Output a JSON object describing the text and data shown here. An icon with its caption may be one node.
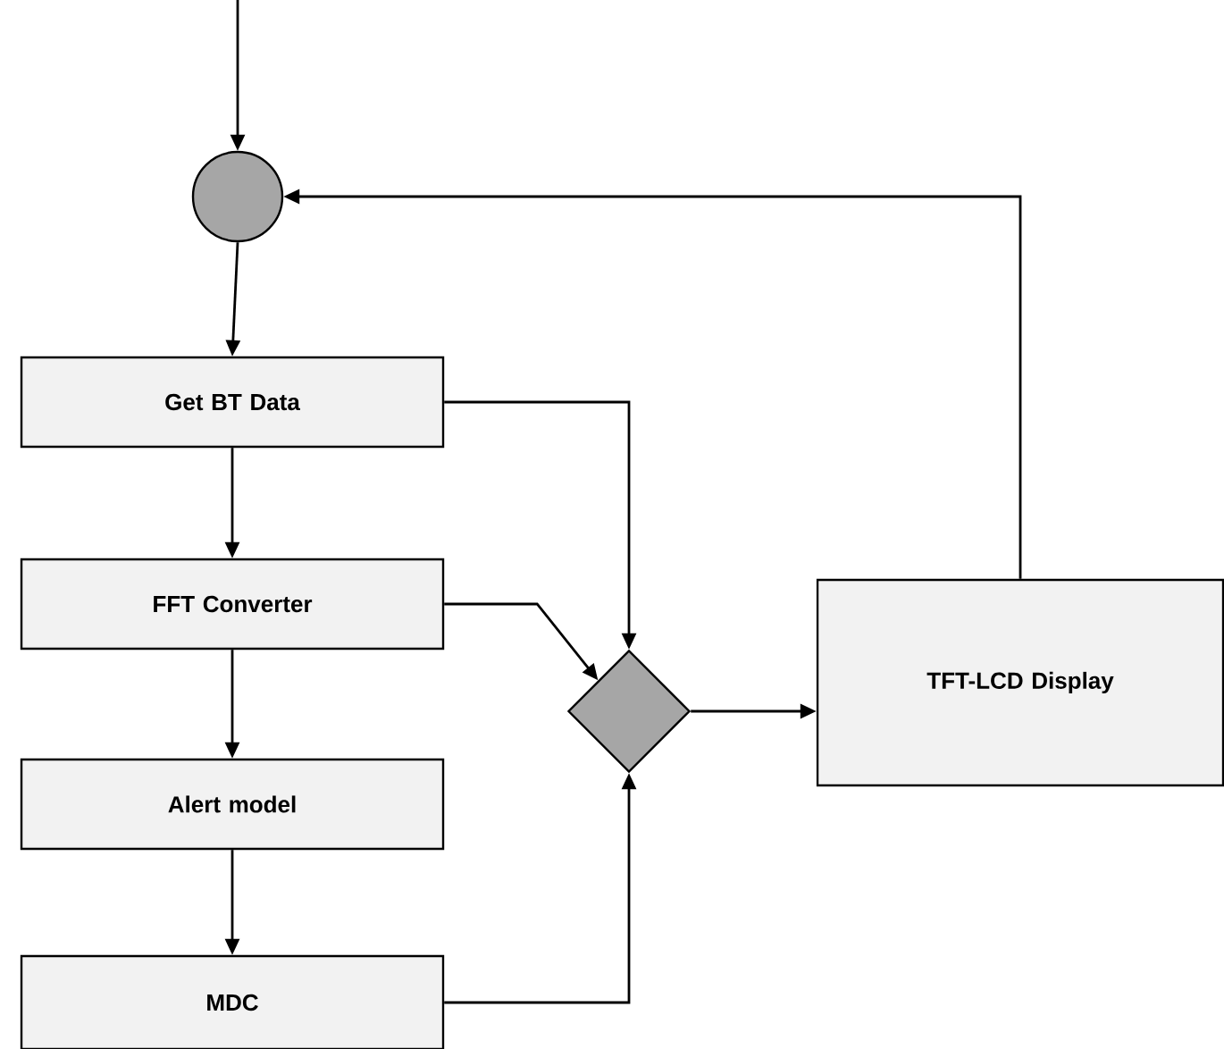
{
  "diagram": {
    "nodes": [
      {
        "text": [],
        "shape": "circle"
      },
      {
        "text": [
          "Get BT Data"
        ]
      },
      {
        "text": [
          "FFT Converter"
        ]
      },
      {
        "text": [
          "Alert model"
        ]
      },
      {
        "text": [
          "MDC"
        ]
      },
      {
        "text": [],
        "shape": "diamond"
      },
      {
        "text": [
          "TFT-LCD Display"
        ]
      }
    ],
    "edges": [
      {
        "from": null,
        "to": 0,
        "arrow": "to"
      },
      {
        "from": 0,
        "to": 1,
        "arrow": "to"
      },
      {
        "from": 1,
        "to": 2,
        "arrow": "to"
      },
      {
        "from": 2,
        "to": 3,
        "arrow": "to"
      },
      {
        "from": 3,
        "to": 4,
        "arrow": "to"
      },
      {
        "from": 1,
        "to": 5,
        "arrow": "to"
      },
      {
        "from": 2,
        "to": 5,
        "arrow": "to"
      },
      {
        "from": 4,
        "to": 5,
        "arrow": "to"
      },
      {
        "from": 5,
        "to": 6,
        "arrow": "to"
      },
      {
        "from": 6,
        "to": 0,
        "arrow": "to"
      }
    ]
  }
}
